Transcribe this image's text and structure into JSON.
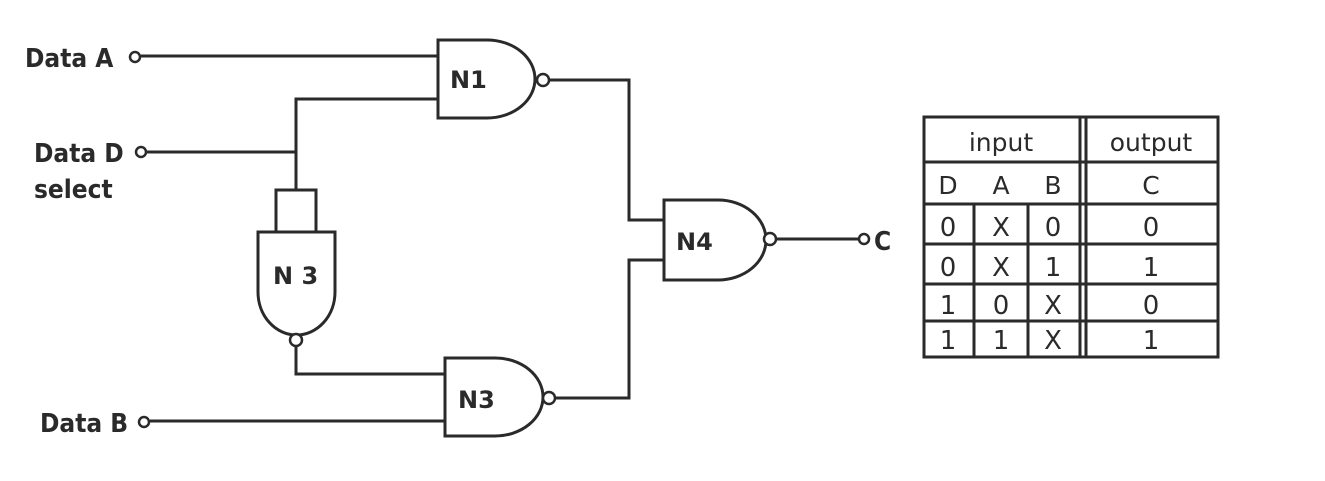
{
  "inputs": {
    "data_a": "Data A",
    "data_d": "Data D",
    "data_d_sub": "select",
    "data_b": "Data B"
  },
  "output_label": "C",
  "gates": {
    "n1": "N1",
    "n3_inverter": "N 3",
    "n3": "N3",
    "n4": "N4"
  },
  "truth_table": {
    "input_header": "input",
    "output_header": "output",
    "columns": [
      "D",
      "A",
      "B",
      "C"
    ],
    "rows": [
      [
        "0",
        "X",
        "0",
        "0"
      ],
      [
        "0",
        "X",
        "1",
        "1"
      ],
      [
        "1",
        "0",
        "X",
        "0"
      ],
      [
        "1",
        "1",
        "X",
        "1"
      ]
    ]
  }
}
